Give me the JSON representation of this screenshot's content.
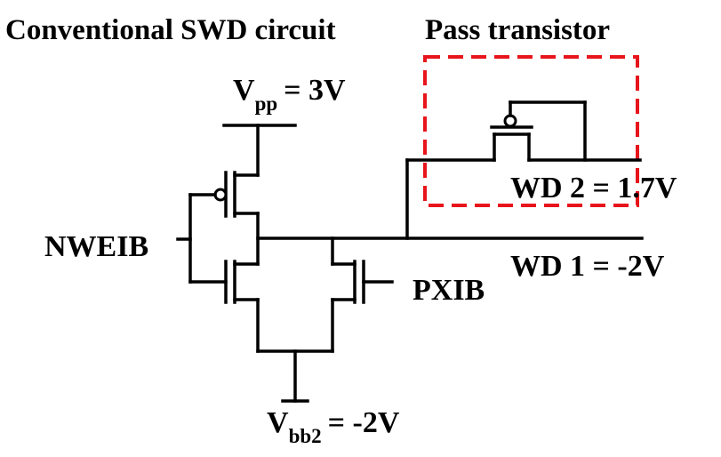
{
  "title": "Conventional SWD circuit",
  "highlight": {
    "label": "Pass transistor",
    "color": "#e8141b",
    "style": "dashed box"
  },
  "supplies": {
    "vpp": {
      "main": "V",
      "sub": "pp",
      "value": "= 3V"
    },
    "vbb2": {
      "main": "V",
      "sub": "bb2",
      "value": "= -2V"
    }
  },
  "inputs": {
    "nweib": "NWEIB",
    "pxib": "PXIB"
  },
  "outputs": {
    "wd2": "WD 2 = 1.7V",
    "wd1": "WD 1 = -2V"
  },
  "colors": {
    "wire": "#000000",
    "background": "#ffffff",
    "title": "#000000"
  }
}
